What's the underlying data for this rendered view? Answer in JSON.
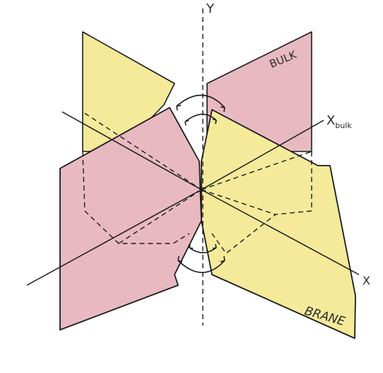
{
  "labels": {
    "y_axis": "Y",
    "x_axis": "X",
    "x_bulk": "X",
    "x_bulk_sub": "bulk",
    "bulk": "BULK",
    "brane": "BRANE"
  },
  "colors": {
    "pink": "#e9b9c2",
    "yellow": "#f4ea9a",
    "line": "#1a1a1a"
  }
}
